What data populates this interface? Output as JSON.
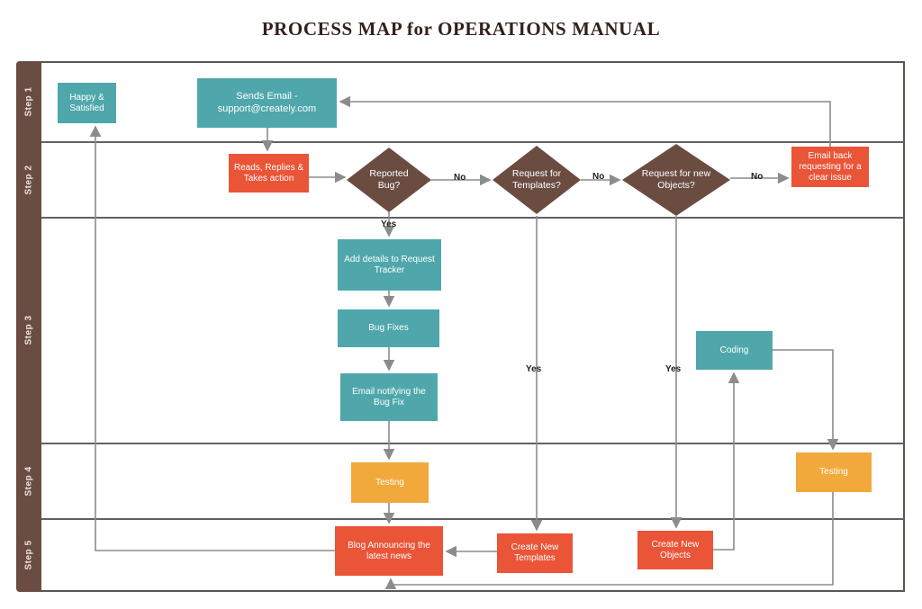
{
  "title": "PROCESS MAP for  OPERATIONS MANUAL",
  "lanes": [
    {
      "label": "Step 1"
    },
    {
      "label": "Step 2"
    },
    {
      "label": "Step 3"
    },
    {
      "label": "Step 4"
    },
    {
      "label": "Step 5"
    }
  ],
  "nodes": {
    "happy": {
      "label": "Happy & Satisfied",
      "shape": "process",
      "color": "teal"
    },
    "sends_email": {
      "label": "Sends Email - support@creately.com",
      "shape": "process",
      "color": "teal"
    },
    "reads": {
      "label": "Reads, Replies & Takes action",
      "shape": "process",
      "color": "orange"
    },
    "reported_bug": {
      "label": "Reported Bug?",
      "shape": "decision",
      "color": "brown"
    },
    "request_templates": {
      "label": "Request for Templates?",
      "shape": "decision",
      "color": "brown"
    },
    "request_objects": {
      "label": "Request for new Objects?",
      "shape": "decision",
      "color": "brown"
    },
    "email_back": {
      "label": "Email back requesting for a clear issue",
      "shape": "process",
      "color": "orange"
    },
    "add_details": {
      "label": "Add details to Request Tracker",
      "shape": "process",
      "color": "teal"
    },
    "bug_fixes": {
      "label": "Bug Fixes",
      "shape": "process",
      "color": "teal"
    },
    "email_notifying": {
      "label": "Email notifying the Bug Fix",
      "shape": "process",
      "color": "teal"
    },
    "testing_left": {
      "label": "Testing",
      "shape": "process",
      "color": "yellow"
    },
    "blog": {
      "label": "Blog Announcing the latest news",
      "shape": "process",
      "color": "orange"
    },
    "create_templates": {
      "label": "Create New Templates",
      "shape": "process",
      "color": "orange"
    },
    "create_objects": {
      "label": "Create New Objects",
      "shape": "process",
      "color": "orange"
    },
    "coding": {
      "label": "Coding",
      "shape": "process",
      "color": "teal"
    },
    "testing_right": {
      "label": "Testing",
      "shape": "process",
      "color": "yellow"
    }
  },
  "edge_labels": {
    "no": "No",
    "yes": "Yes"
  },
  "colors": {
    "teal": "#4FA7AB",
    "orange": "#EA5437",
    "yellow": "#F2A93C",
    "brown": "#6B4C41",
    "bar": "#6B4C42",
    "arrow": "#8C8C8C",
    "frame": "#5D554E",
    "lane": "#616161",
    "title": "#33211B"
  }
}
